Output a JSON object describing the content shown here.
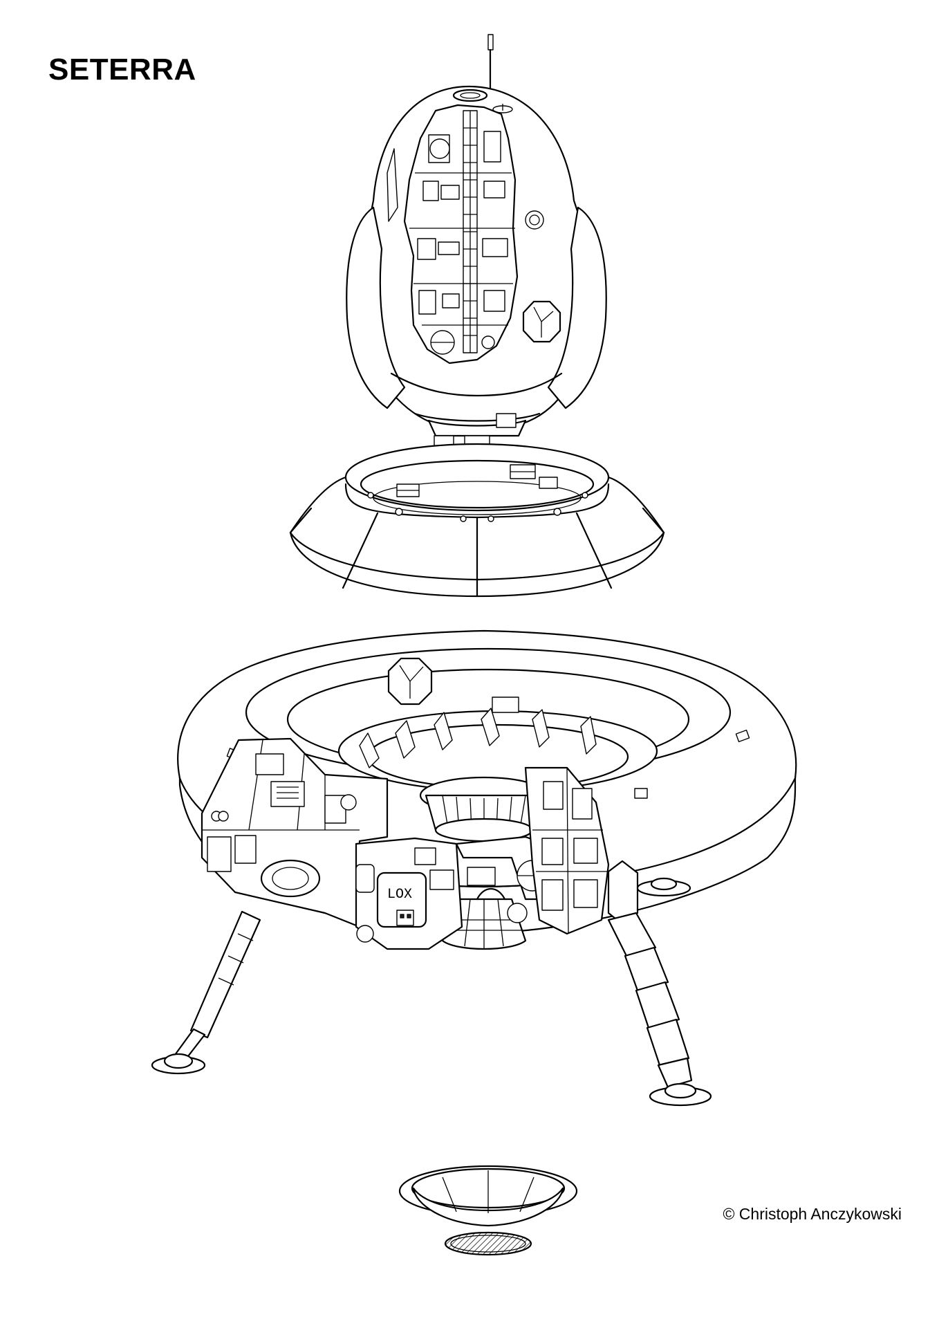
{
  "title": "SETERRA",
  "credit": "© Christoph Anczykowski",
  "labels": {
    "lox_tank": "LOX"
  }
}
